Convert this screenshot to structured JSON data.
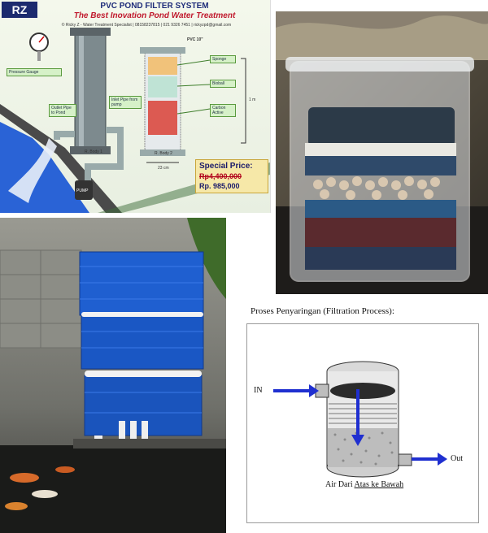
{
  "poster": {
    "logo": "RZ",
    "title": "PVC POND FILTER SYSTEM",
    "subtitle": "The Best Inovation Pond Water Treatment",
    "contact": "© Ricky Z - Water Treatment Specialist | 08158237815 | 021 9326 7451 | rickyzpd@gmail.com",
    "pvc_label": "PVC 10\"",
    "layer_labels": [
      "Sponge",
      "Bioball",
      "Carbon Active"
    ],
    "left_notes": [
      "Pressure Gauge",
      "Outlet Pipe to Pond",
      "Inlet Pipe from pump"
    ],
    "unit_labels": [
      "R. Body 1",
      "R. Body 2"
    ],
    "dim_width": "23 cm",
    "dim_height": "1 m",
    "pump_label": "PUMP",
    "price_label": "Special Price:",
    "old_price": "Rp4,400,000",
    "new_price": "Rp. 985,000"
  },
  "diagram": {
    "title": "Proses Penyaringan (Filtration Process):",
    "in_label": "IN",
    "out_label": "Out",
    "caption_prefix": "Air Dari ",
    "caption_underlined": "Atas ke Bawah"
  },
  "colors": {
    "arrow": "#1f2fd0",
    "poster_title": "#1f2d7a",
    "poster_subtitle": "#c0192d",
    "crate_blue": "#1f5fd0"
  }
}
